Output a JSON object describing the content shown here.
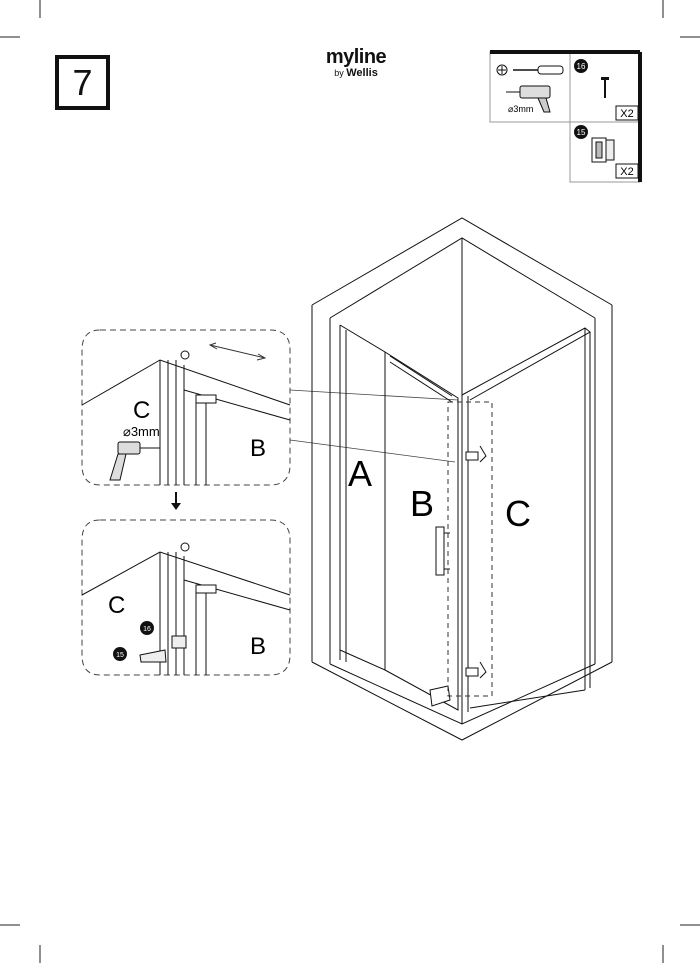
{
  "step": "7",
  "brand": {
    "name": "myline",
    "by": "by",
    "company": "Wellis"
  },
  "parts": {
    "screw": {
      "number": "16",
      "qty": "X2"
    },
    "bracket": {
      "number": "15",
      "qty": "X2"
    },
    "drill_bit": "⌀3mm"
  },
  "detail_top": {
    "label_c": "C",
    "label_b": "B",
    "drill_bit": "⌀3mm"
  },
  "detail_bottom": {
    "label_c": "C",
    "label_b": "B",
    "part_a": "16",
    "part_b": "15"
  },
  "main": {
    "label_a": "A",
    "label_b": "B",
    "label_c": "C"
  },
  "icons": [
    "crop-mark-icon",
    "screwdriver-icon",
    "drill-icon",
    "screw-icon",
    "bracket-icon",
    "arrow-down-icon",
    "double-arrow-icon"
  ]
}
